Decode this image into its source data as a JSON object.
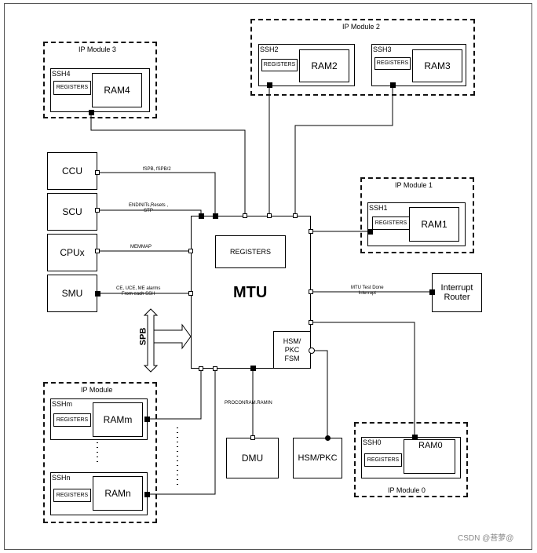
{
  "mtu": {
    "title": "MTU",
    "registers": "REGISTERS",
    "fsm": "HSM/\nPKC\nFSM"
  },
  "modules": {
    "m3": {
      "title": "IP Module 3",
      "ssh": "SSH4",
      "regs": "REGISTERS",
      "ram": "RAM4"
    },
    "m2": {
      "title": "IP Module 2",
      "ssh_a": "SSH2",
      "regs_a": "REGISTERS",
      "ram_a": "RAM2",
      "ssh_b": "SSH3",
      "regs_b": "REGISTERS",
      "ram_b": "RAM3"
    },
    "m1": {
      "title": "IP Module 1",
      "ssh": "SSH1",
      "regs": "REGISTERS",
      "ram": "RAM1"
    },
    "m0": {
      "title": "IP Module 0",
      "ssh": "SSH0",
      "regs": "REGISTERS",
      "ram": "RAM0"
    },
    "mx": {
      "title": "IP Module",
      "ssh_m": "SSHm",
      "regs_m": "REGISTERS",
      "ram_m": "RAMm",
      "ssh_n": "SSHn",
      "regs_n": "REGISTERS",
      "ram_n": "RAMn"
    }
  },
  "blocks": {
    "ccu": "CCU",
    "scu": "SCU",
    "cpu": "CPUx",
    "smu": "SMU",
    "dmu": "DMU",
    "hsm": "HSM/PKC",
    "ir": "Interrupt\nRouter",
    "spb": "SPB"
  },
  "signals": {
    "ccu": "fSPB, fSPB/2",
    "scu": "ENDINITs,Resets ,\nSTP",
    "cpu": "MEMMAP",
    "smu": "CE, UCE, ME alarms\nFrom each SSH",
    "ir": "MTU Test Done\nInterrupt",
    "dmu": "PROCONRAM.RAMIN"
  },
  "watermark": "CSDN @菩萝@"
}
